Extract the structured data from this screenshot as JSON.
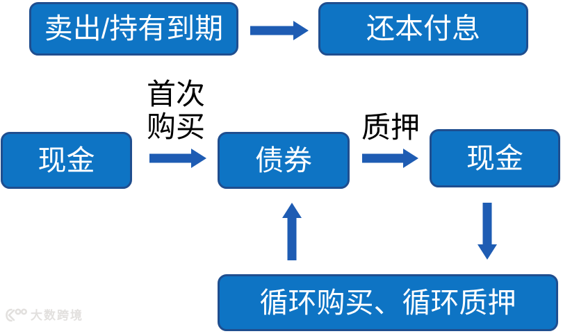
{
  "diagram": {
    "colors": {
      "box_fill": "#0e74c4",
      "box_border": "#1f4e8f",
      "box_text": "#ffffff",
      "arrow": "#1e5cb3",
      "label_text": "#000000",
      "watermark": "#e2e0de",
      "background": "#ffffff"
    },
    "nodes": {
      "sell_hold": {
        "label": "卖出/持有到期"
      },
      "repay": {
        "label": "还本付息"
      },
      "cash_left": {
        "label": "现金"
      },
      "bond": {
        "label": "债券"
      },
      "cash_right": {
        "label": "现金"
      },
      "cycle": {
        "label": "循环购买、循环质押"
      }
    },
    "edge_labels": {
      "first_purchase": [
        "首次",
        "购买"
      ],
      "pledge": "质押"
    },
    "watermark": {
      "text": "大数跨境"
    }
  }
}
